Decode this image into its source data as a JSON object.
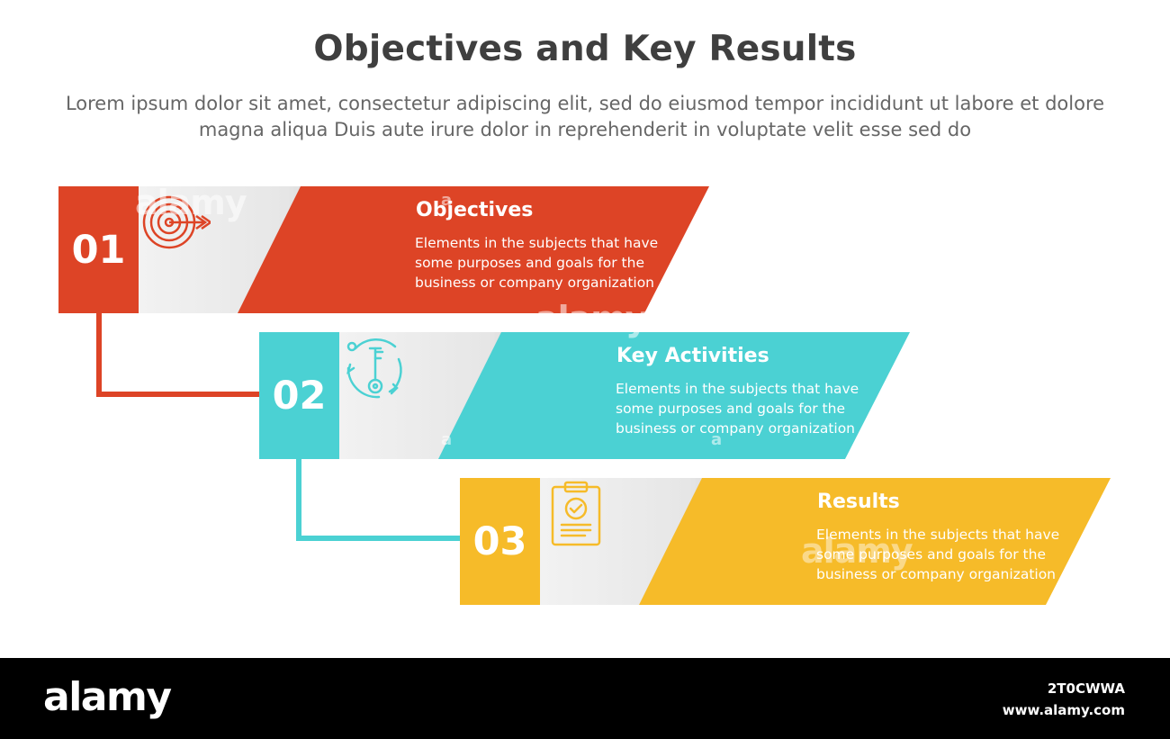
{
  "header": {
    "title": "Objectives and Key Results",
    "subtitle": "Lorem ipsum dolor sit amet, consectetur adipiscing elit, sed do eiusmod tempor incididunt ut labore et dolore magna aliqua Duis aute irure dolor in reprehenderit in voluptate velit esse sed do"
  },
  "steps": [
    {
      "number": "01",
      "title": "Objectives",
      "description": "Elements in the subjects that have some purposes and goals for the business or company organization",
      "color": "#dd4426",
      "icon": "target-dart-icon"
    },
    {
      "number": "02",
      "title": "Key Activities",
      "description": "Elements in the subjects that have some purposes and goals for the business or company organization",
      "color": "#4bd1d3",
      "icon": "key-cycle-icon"
    },
    {
      "number": "03",
      "title": "Results",
      "description": "Elements in the subjects that have some purposes and goals for the business or company organization",
      "color": "#f6bb29",
      "icon": "clipboard-check-icon"
    }
  ],
  "footer": {
    "brand": "alamy",
    "image_id": "2T0CWWA",
    "url": "www.alamy.com"
  },
  "watermark": {
    "text": "alamy",
    "letter": "a"
  }
}
